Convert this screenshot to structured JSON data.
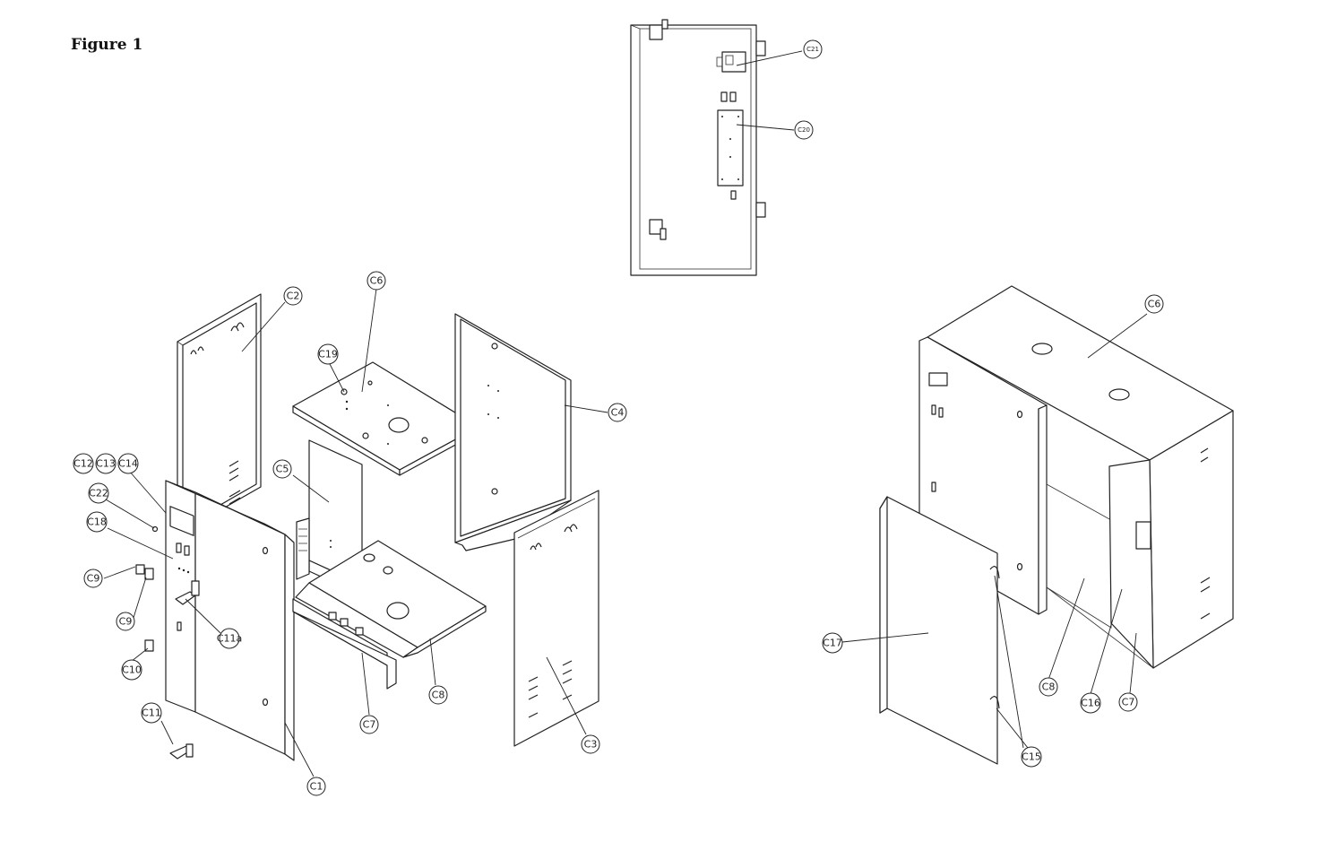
{
  "figure": {
    "title": "Figure 1"
  },
  "callouts": {
    "c1": "C1",
    "c2": "C2",
    "c3": "C3",
    "c4": "C4",
    "c5": "C5",
    "c6_left": "C6",
    "c6_right": "C6",
    "c7_left": "C7",
    "c7_right": "C7",
    "c8_left": "C8",
    "c8_right": "C8",
    "c9_a": "C9",
    "c9_b": "C9",
    "c10": "C10",
    "c11": "C11",
    "c11a": "C11a",
    "c12": "C12",
    "c13": "C13",
    "c14": "C14",
    "c15": "C15",
    "c16": "C16",
    "c17": "C17",
    "c18": "C18",
    "c19": "C19",
    "c20": "C20",
    "c21": "C21",
    "c22": "C22"
  }
}
